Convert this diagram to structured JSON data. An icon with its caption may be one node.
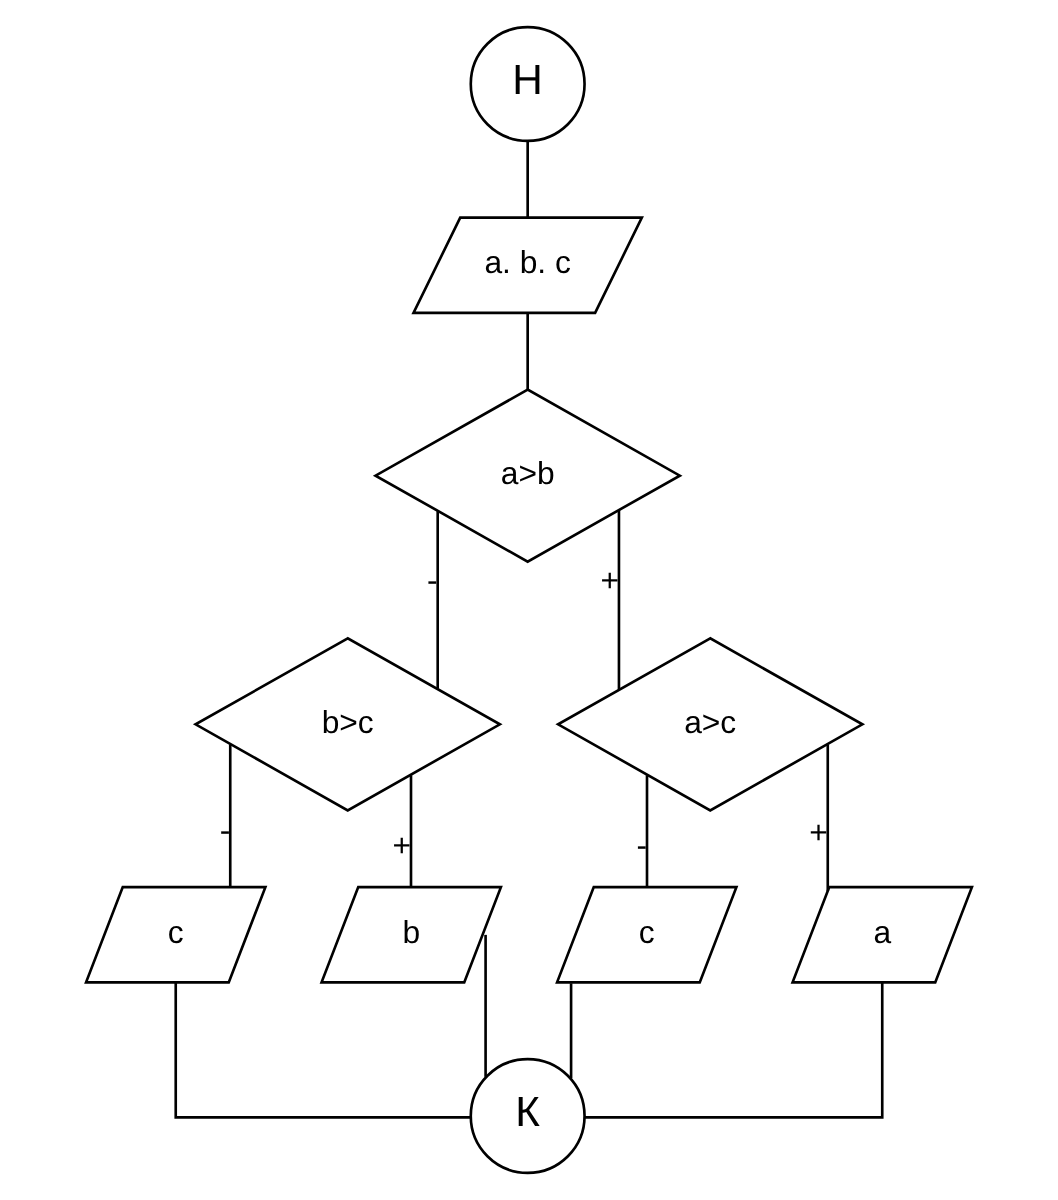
{
  "diagram": {
    "nodes": [
      {
        "text": [
          "Н"
        ]
      },
      {
        "text": [
          "a. b. c"
        ]
      },
      {
        "text": [
          "a>b"
        ]
      },
      {
        "text": [
          "b>c"
        ]
      },
      {
        "text": [
          "a>c"
        ]
      },
      {
        "text": [
          "c"
        ]
      },
      {
        "text": [
          "b"
        ]
      },
      {
        "text": [
          "c"
        ]
      },
      {
        "text": [
          "a"
        ]
      },
      {
        "text": [
          "К"
        ]
      }
    ],
    "edges": [
      {
        "from": 0,
        "to": 1,
        "arrow": "none"
      },
      {
        "from": 1,
        "to": 2,
        "arrow": "none"
      },
      {
        "from": 2,
        "to": 3,
        "arrow": "none",
        "label": "-"
      },
      {
        "from": 2,
        "to": 4,
        "arrow": "none",
        "label": "+"
      },
      {
        "from": 3,
        "to": 5,
        "arrow": "none",
        "label": "-"
      },
      {
        "from": 3,
        "to": 6,
        "arrow": "none",
        "label": "+"
      },
      {
        "from": 4,
        "to": 7,
        "arrow": "none",
        "label": "-"
      },
      {
        "from": 4,
        "to": 8,
        "arrow": "none",
        "label": "+"
      },
      {
        "from": 5,
        "to": 9,
        "arrow": "none"
      },
      {
        "from": 6,
        "to": 9,
        "arrow": "none"
      },
      {
        "from": 7,
        "to": 9,
        "arrow": "none"
      },
      {
        "from": 8,
        "to": 9,
        "arrow": "none"
      }
    ]
  }
}
